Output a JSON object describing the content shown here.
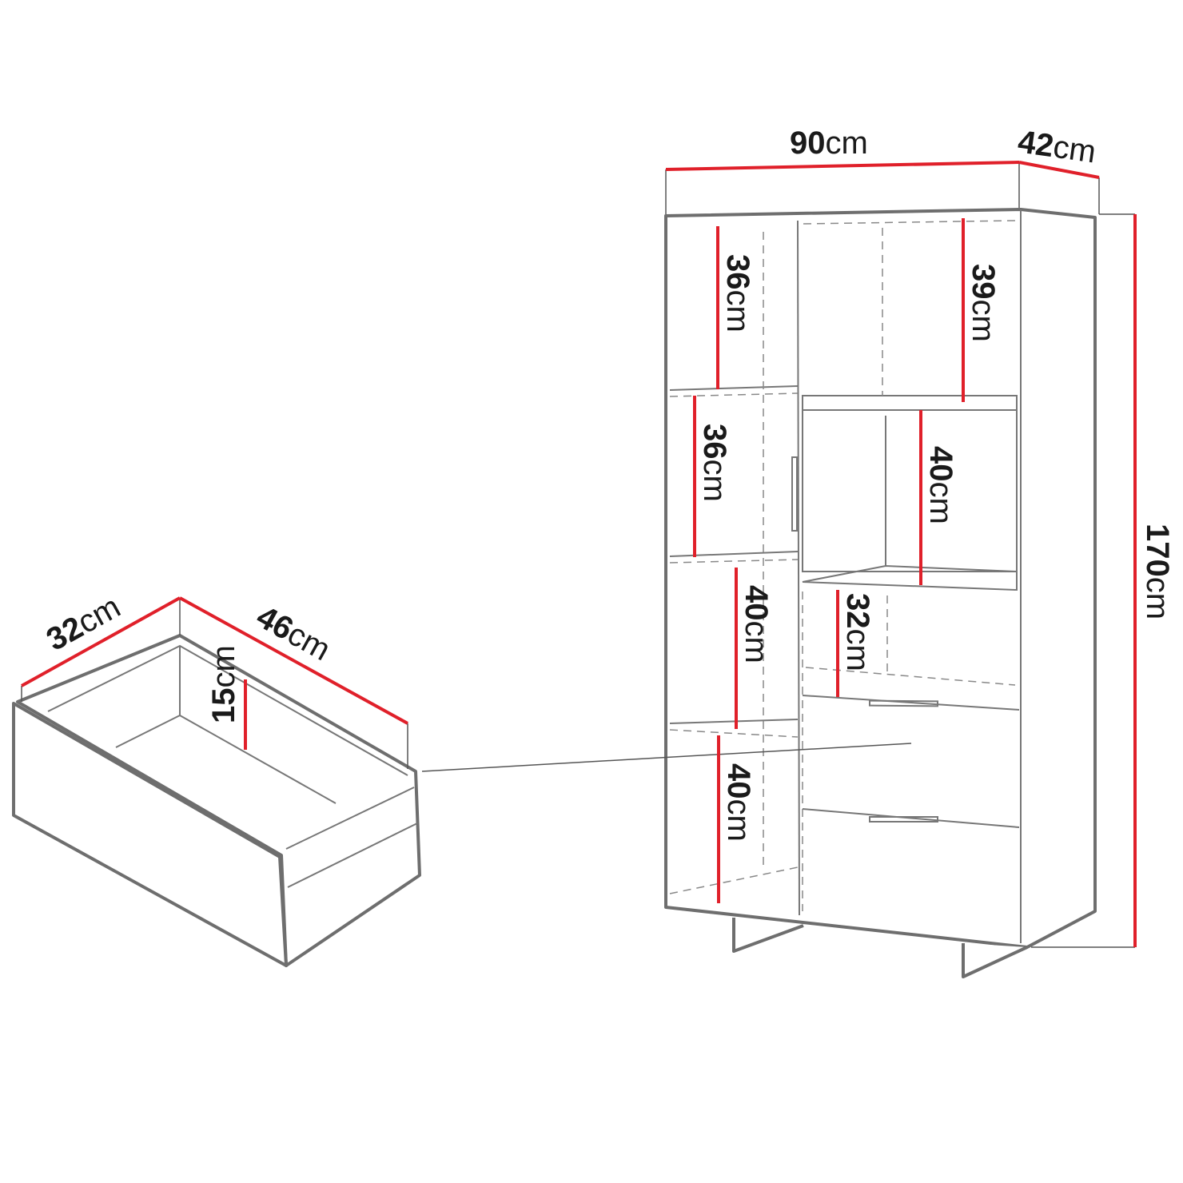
{
  "cabinet": {
    "width": {
      "num": "90",
      "unit": "cm"
    },
    "depth": {
      "num": "42",
      "unit": "cm"
    },
    "height": {
      "num": "170",
      "unit": "cm"
    },
    "compartments": [
      {
        "num": "36",
        "unit": "cm"
      },
      {
        "num": "39",
        "unit": "cm"
      },
      {
        "num": "36",
        "unit": "cm"
      },
      {
        "num": "40",
        "unit": "cm"
      },
      {
        "num": "40",
        "unit": "cm"
      },
      {
        "num": "32",
        "unit": "cm"
      },
      {
        "num": "40",
        "unit": "cm"
      }
    ]
  },
  "drawer": {
    "width": {
      "num": "32",
      "unit": "cm"
    },
    "depth": {
      "num": "46",
      "unit": "cm"
    },
    "height": {
      "num": "15",
      "unit": "cm"
    }
  },
  "colors": {
    "dimension_line": "#e0202a",
    "outline": "#6e6e6e"
  }
}
